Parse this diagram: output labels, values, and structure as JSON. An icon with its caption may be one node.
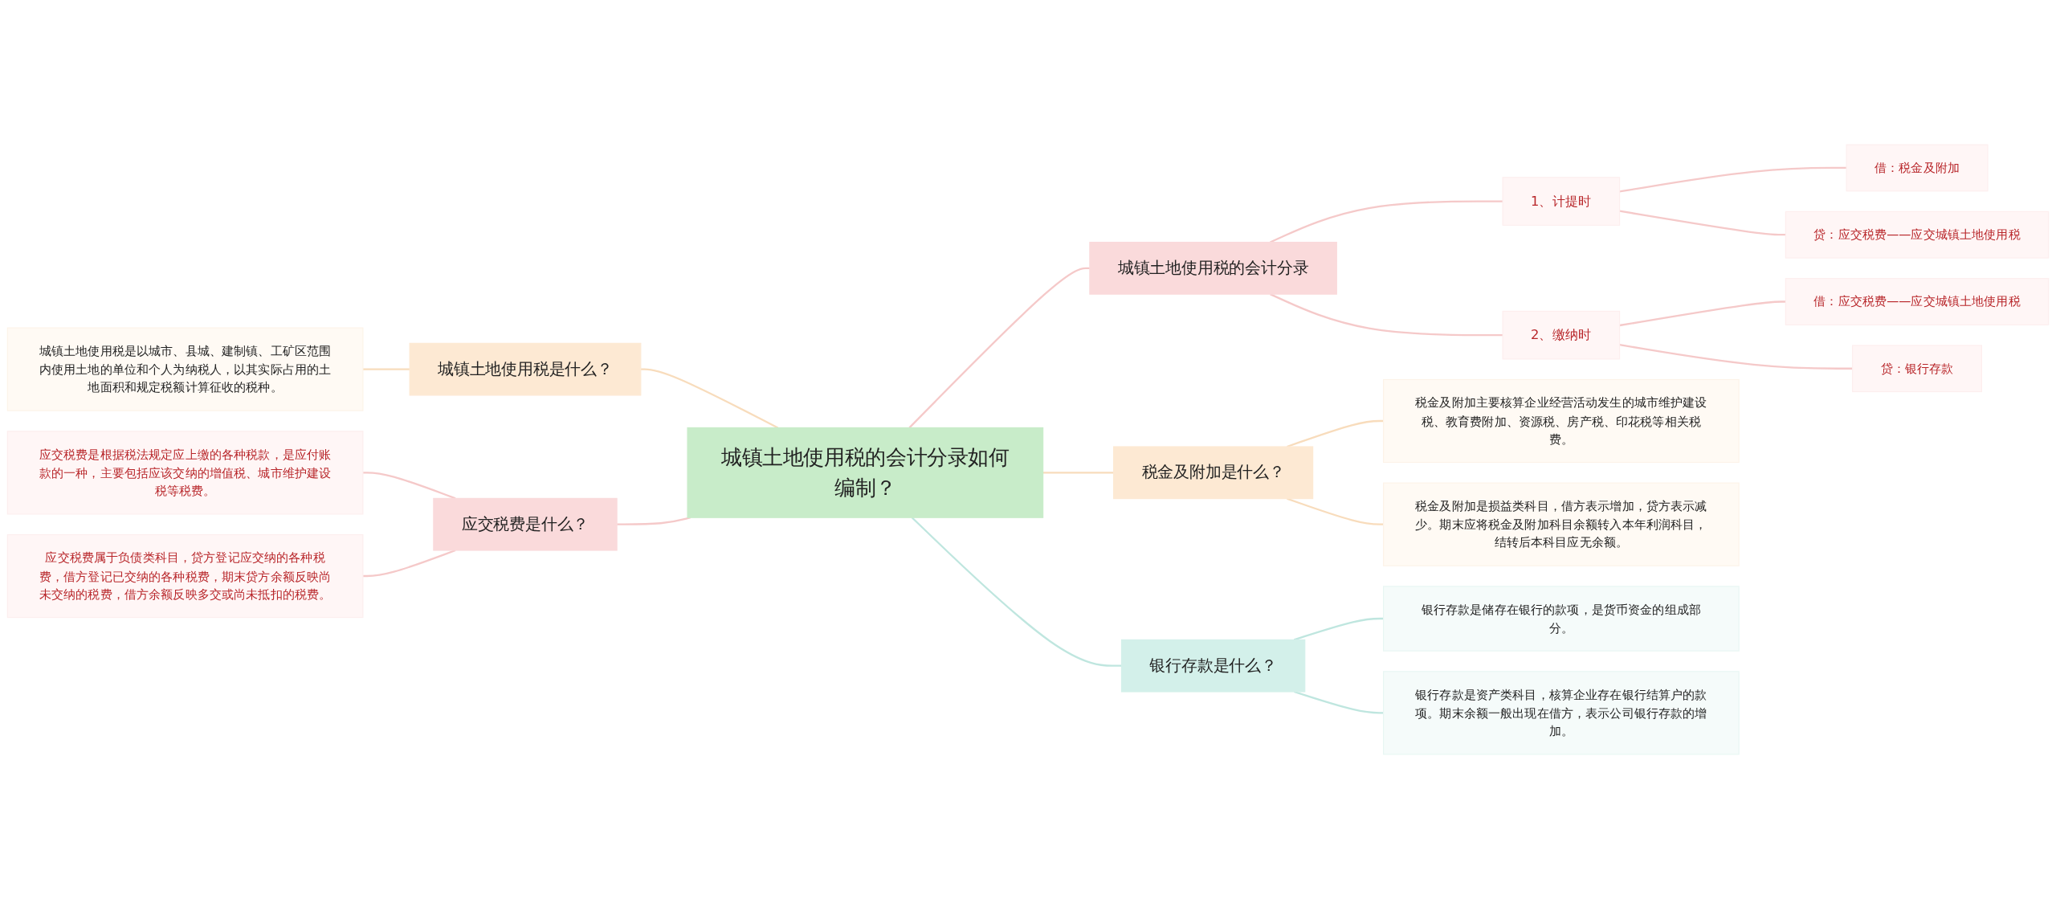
{
  "diagram": {
    "nodes": [
      {
        "text": [
          "城镇土地使用税的会计分录如何编制？"
        ]
      },
      {
        "text": [
          "城镇土地使用税是什么？"
        ]
      },
      {
        "text": [
          "城镇土地使用税是以城市、县城、建制镇、工矿区范围内使用土地的单位和个人为纳税人，以其实际占用的土地面积和规定税额计算征收的税种。"
        ]
      },
      {
        "text": [
          "应交税费是什么？"
        ]
      },
      {
        "text": [
          "应交税费是根据税法规定应上缴的各种税款，是应付账款的一种，主要包括应该交纳的增值税、城市维护建设税等税费。"
        ]
      },
      {
        "text": [
          "应交税费属于负债类科目，贷方登记应交纳的各种税费，借方登记已交纳的各种税费，期末贷方余额反映尚未交纳的税费，借方余额反映多交或尚未抵扣的税费。"
        ]
      },
      {
        "text": [
          "城镇土地使用税的会计分录"
        ]
      },
      {
        "text": [
          "1、计提时"
        ]
      },
      {
        "text": [
          "借：税金及附加"
        ]
      },
      {
        "text": [
          "贷：应交税费——应交城镇土地使用税"
        ]
      },
      {
        "text": [
          "2、缴纳时"
        ]
      },
      {
        "text": [
          "借：应交税费——应交城镇土地使用税"
        ]
      },
      {
        "text": [
          "贷：银行存款"
        ]
      },
      {
        "text": [
          "税金及附加是什么？"
        ]
      },
      {
        "text": [
          "税金及附加主要核算企业经营活动发生的城市维护建设税、教育费附加、资源税、房产税、印花税等相关税费。"
        ]
      },
      {
        "text": [
          "税金及附加是损益类科目，借方表示增加，贷方表示减少。期末应将税金及附加科目余额转入本年利润科目，结转后本科目应无余额。"
        ]
      },
      {
        "text": [
          "银行存款是什么？"
        ]
      },
      {
        "text": [
          "银行存款是储存在银行的款项，是货币资金的组成部分。"
        ]
      },
      {
        "text": [
          "银行存款是资产类科目，核算企业存在银行结算户的款项。期末余额一般出现在借方，表示公司银行存款的增加。"
        ]
      }
    ],
    "edges": [
      {
        "from": 0,
        "to": 1,
        "arrow": "none",
        "color": "#f8dcbc"
      },
      {
        "from": 1,
        "to": 2,
        "arrow": "none",
        "color": "#f8dcbc"
      },
      {
        "from": 0,
        "to": 3,
        "arrow": "none",
        "color": "#f5c9c9"
      },
      {
        "from": 3,
        "to": 4,
        "arrow": "none",
        "color": "#f5c9c9"
      },
      {
        "from": 3,
        "to": 5,
        "arrow": "none",
        "color": "#f5c9c9"
      },
      {
        "from": 0,
        "to": 6,
        "arrow": "none",
        "color": "#f5c9c9"
      },
      {
        "from": 6,
        "to": 7,
        "arrow": "none",
        "color": "#f5c9c9"
      },
      {
        "from": 7,
        "to": 8,
        "arrow": "none",
        "color": "#f5c9c9"
      },
      {
        "from": 7,
        "to": 9,
        "arrow": "none",
        "color": "#f5c9c9"
      },
      {
        "from": 6,
        "to": 10,
        "arrow": "none",
        "color": "#f5c9c9"
      },
      {
        "from": 10,
        "to": 11,
        "arrow": "none",
        "color": "#f5c9c9"
      },
      {
        "from": 10,
        "to": 12,
        "arrow": "none",
        "color": "#f5c9c9"
      },
      {
        "from": 0,
        "to": 13,
        "arrow": "none",
        "color": "#f8dcbc"
      },
      {
        "from": 13,
        "to": 14,
        "arrow": "none",
        "color": "#f8dcbc"
      },
      {
        "from": 13,
        "to": 15,
        "arrow": "none",
        "color": "#f8dcbc"
      },
      {
        "from": 0,
        "to": 16,
        "arrow": "none",
        "color": "#bfe6df"
      },
      {
        "from": 16,
        "to": 17,
        "arrow": "none",
        "color": "#bfe6df"
      },
      {
        "from": 16,
        "to": 18,
        "arrow": "none",
        "color": "#bfe6df"
      }
    ]
  }
}
